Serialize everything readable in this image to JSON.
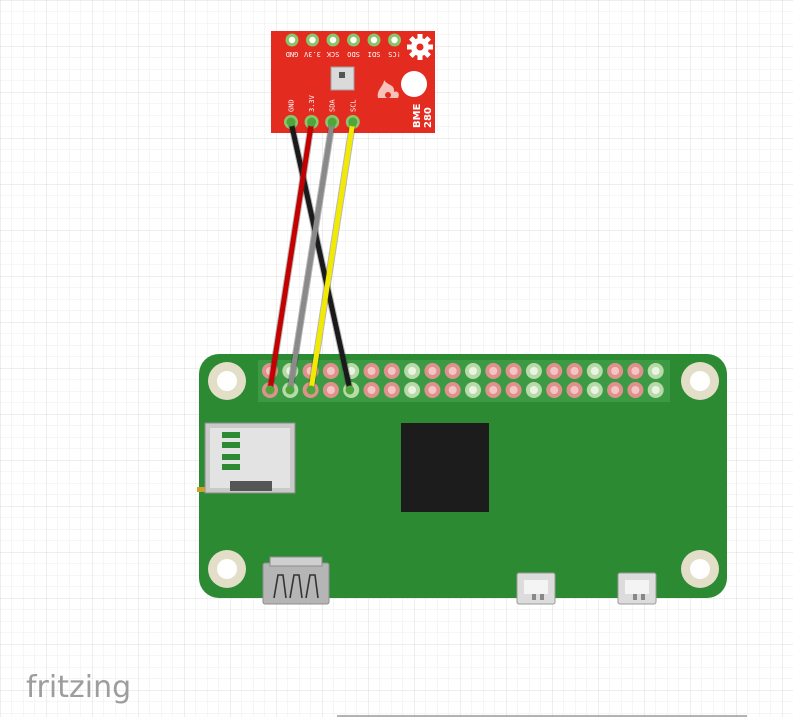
{
  "sensor": {
    "board_color": "#e32b1f",
    "top_pins": [
      "GND",
      "3.3V",
      "SCK",
      "SDO",
      "SDI",
      "!CS"
    ],
    "bottom_pins": [
      "GND",
      "3.3V",
      "SDA",
      "SCL"
    ],
    "chip_label_line1": "BME",
    "chip_label_line2": "280"
  },
  "pi": {
    "board_color": "#2c8a33",
    "gpio_columns": 20
  },
  "wires": [
    {
      "name": "gnd-wire",
      "color": "#1a1a1a"
    },
    {
      "name": "power-wire",
      "color": "#c40000"
    },
    {
      "name": "sda-wire",
      "color": "#8a8a8a"
    },
    {
      "name": "scl-wire",
      "color": "#f2ea00"
    }
  ],
  "watermark": "fritzing"
}
